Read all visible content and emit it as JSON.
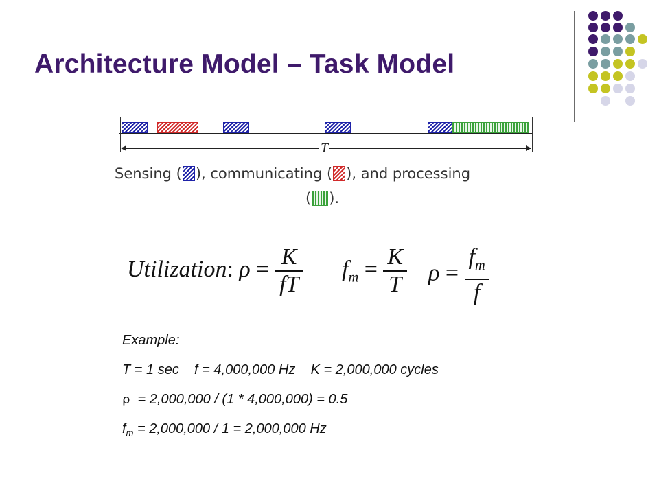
{
  "slide": {
    "title": "Architecture Model – Task Model"
  },
  "figure": {
    "period_label": "T",
    "caption_part1": "Sensing (",
    "caption_part2": "), communicating (",
    "caption_part3": "), and processing",
    "caption_part4_open": "(",
    "caption_part4_close": ").",
    "colors": {
      "sensing": "#1e22a8",
      "communicating": "#d12a2a",
      "processing": "#3aa23a"
    }
  },
  "formulas": {
    "utilization_label": "Utilization",
    "colon": ":",
    "rho": "ρ",
    "equals": "=",
    "K": "K",
    "fT": "fT",
    "f": "f",
    "m": "m",
    "T": "T"
  },
  "example": {
    "heading": "Example:",
    "line1": "T = 1 sec    f = 4,000,000 Hz    K = 2,000,000 cycles",
    "rho": "ρ",
    "line2_rest": "  = 2,000,000 / (1 * 4,000,000) = 0.5",
    "line3_f": "f",
    "line3_sub": "m",
    "line3_rest": " = 2,000,000 / 1 = 2,000,000 Hz"
  },
  "decoration": {
    "dot_colors": {
      "purple": "#3f1a6b",
      "teal": "#7a9ea1",
      "lime": "#c4c422",
      "lavender": "#d6d6e8"
    }
  }
}
